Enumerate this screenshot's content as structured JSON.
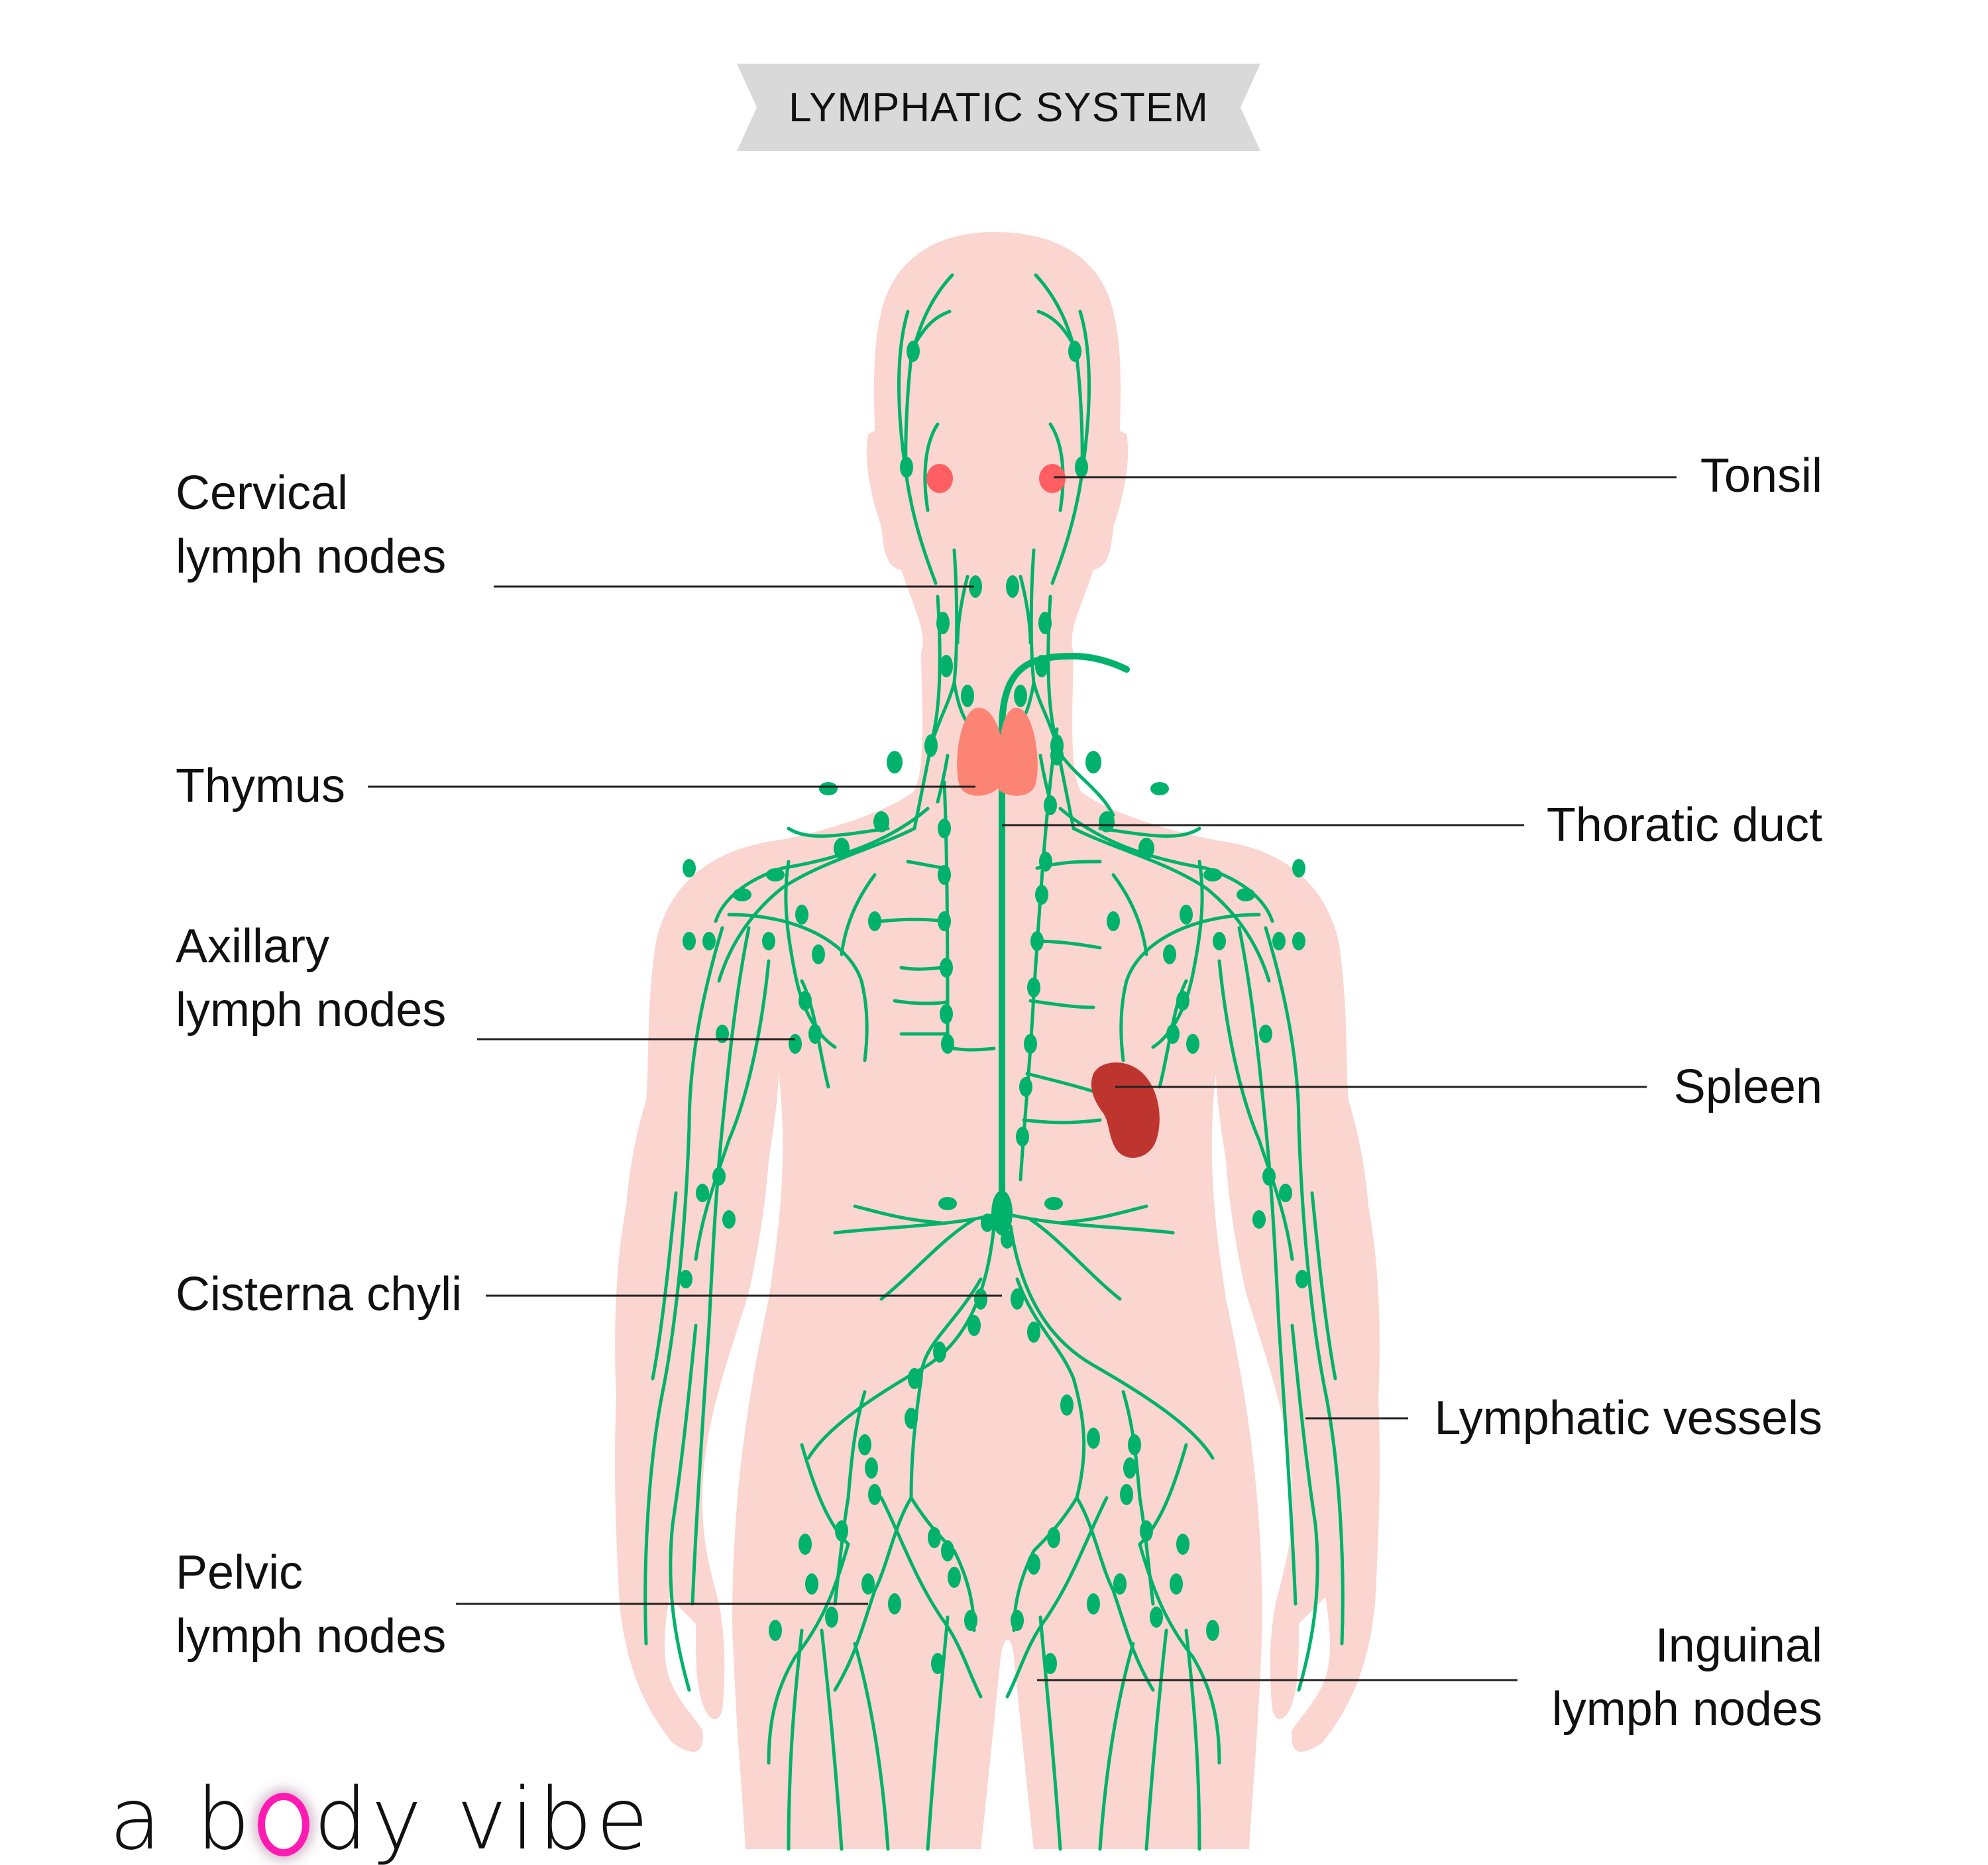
{
  "title": "LYMPHATIC SYSTEM",
  "colors": {
    "body": "#fbd5cf",
    "vessel": "#00b26b",
    "tonsil": "#ff5f63",
    "thymus": "#fc8474",
    "spleen": "#be3530",
    "banner": "#d9d9d9",
    "leader_line": "#222222",
    "logo_accent": "#ff1ab3"
  },
  "labels_left": [
    {
      "id": "cervical",
      "lines": [
        "Cervical",
        "lymph nodes"
      ]
    },
    {
      "id": "thymus",
      "lines": [
        "Thymus"
      ]
    },
    {
      "id": "axillary",
      "lines": [
        "Axillary",
        "lymph nodes"
      ]
    },
    {
      "id": "cisterna",
      "lines": [
        "Cisterna chyli"
      ]
    },
    {
      "id": "pelvic",
      "lines": [
        "Pelvic",
        "lymph nodes"
      ]
    }
  ],
  "labels_right": [
    {
      "id": "tonsil",
      "lines": [
        "Tonsil"
      ]
    },
    {
      "id": "thoracic",
      "lines": [
        "Thoratic duct"
      ]
    },
    {
      "id": "spleen",
      "lines": [
        "Spleen"
      ]
    },
    {
      "id": "vessels",
      "lines": [
        "Lymphatic vessels"
      ]
    },
    {
      "id": "inguinal",
      "lines": [
        "Inguinal",
        "lymph nodes"
      ]
    }
  ],
  "logo": {
    "before": "a b",
    "after": "dy vibe",
    "icon": "pink-ring-o"
  }
}
